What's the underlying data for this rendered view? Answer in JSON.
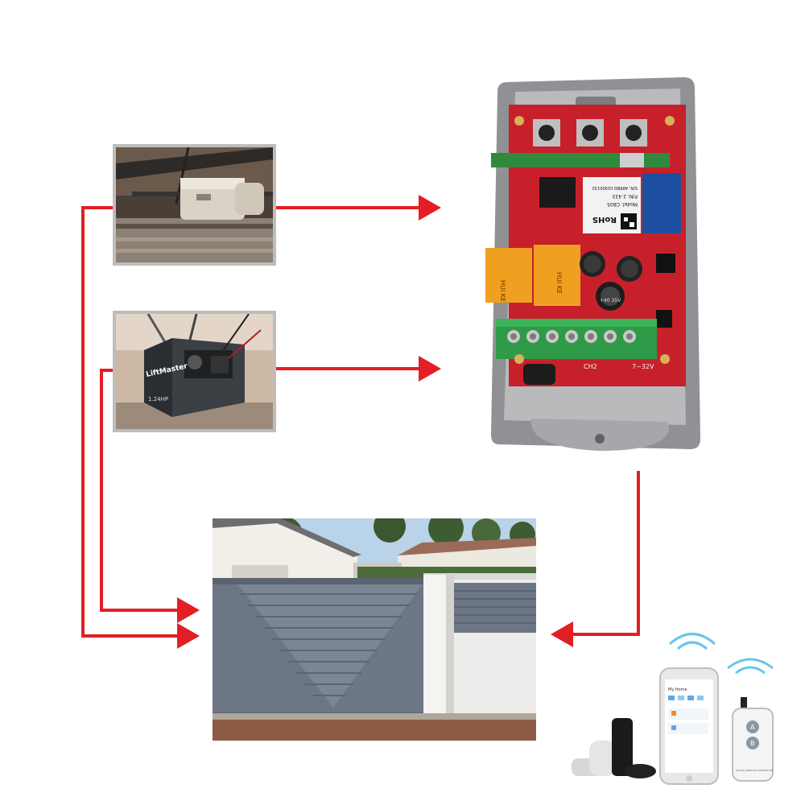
{
  "receiver": {
    "model": "Model: CB05",
    "pn": "P/N: 2.433",
    "sn": "S/N: AREBD 01900132",
    "rohs": "RoHS",
    "relay_left": "HUI KE",
    "relay_right": "HUI KE",
    "capacitor_label": "+40 35V",
    "terminal_ch2": "CH2",
    "terminal_voltage": "7~32V"
  },
  "opener_photo_2": {
    "brand": "LiftMaster",
    "tag": "1.24HP"
  },
  "phone_app": {
    "header": "My Home"
  },
  "remote": {
    "button_a": "A",
    "button_b": "B",
    "caption": "DIGITAL REMOTE CONTROLLER"
  },
  "colors": {
    "arrow": "#e31e24",
    "pcb": "#c8202b",
    "enclosure": "#8f9194",
    "terminal": "#2f9a48",
    "relay": "#f0a020",
    "gate": "#6c7684"
  }
}
